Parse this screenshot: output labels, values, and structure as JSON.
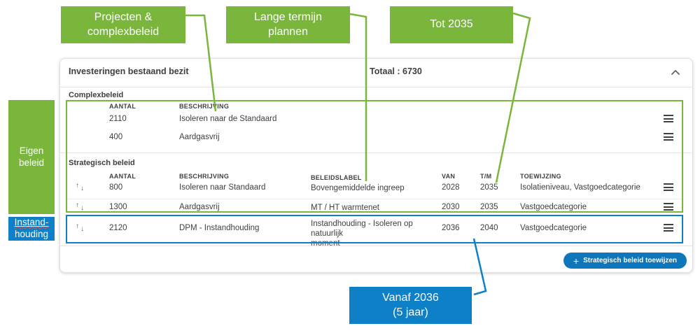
{
  "colors": {
    "green": "#79b63b",
    "blue": "#0d80c8",
    "button_blue": "#0e76bb"
  },
  "annotations": {
    "callout_projecten": "Projecten & complexbeleid",
    "callout_lange_termijn": "Lange termijn plannen",
    "callout_tot": "Tot 2035",
    "side_eigen_beleid": "Eigen beleid",
    "side_instandhouding_line1": "Instand-",
    "side_instandhouding_line2": "houding",
    "callout_vanaf_line1": "Vanaf 2036",
    "callout_vanaf_line2": "(5 jaar)"
  },
  "panel": {
    "title": "Investeringen bestaand bezit",
    "total": "Totaal : 6730",
    "complexbeleid": {
      "heading": "Complexbeleid",
      "columns": {
        "aantal": "AANTAL",
        "beschrijving": "BESCHRIJVING"
      },
      "rows": [
        {
          "aantal": "2110",
          "beschrijving": "Isoleren naar de Standaard"
        },
        {
          "aantal": "400",
          "beschrijving": "Aardgasvrij"
        }
      ]
    },
    "strategisch": {
      "heading": "Strategisch beleid",
      "columns": {
        "aantal": "AANTAL",
        "beschrijving": "BESCHRIJVING",
        "beleidslabel": "BELEIDSLABEL",
        "van": "VAN",
        "tm": "T/M",
        "toewijzing": "TOEWIJZING"
      },
      "rows": [
        {
          "aantal": "800",
          "beschrijving": "Isoleren naar Standaard",
          "beleidslabel": "Bovengemiddelde ingreep",
          "van": "2028",
          "tm": "2035",
          "toewijzing": "Isolatieniveau, Vastgoedcategorie"
        },
        {
          "aantal": "1300",
          "beschrijving": "Aardgasvrij",
          "beleidslabel": "MT / HT warmtenet",
          "van": "2030",
          "tm": "2035",
          "toewijzing": "Vastgoedcategorie"
        }
      ]
    },
    "instandhouding": {
      "aantal": "2120",
      "beschrijving": "DPM - Instandhouding",
      "beleidslabel_line1": "Instandhouding - Isoleren op natuurlijk",
      "beleidslabel_line2": "moment",
      "van": "2036",
      "tm": "2040",
      "toewijzing": "Vastgoedcategorie"
    },
    "button_label": "Strategisch beleid toewijzen",
    "button_plus": "+"
  },
  "icons": {
    "arrow_up": "↑",
    "arrow_down": "↓"
  }
}
